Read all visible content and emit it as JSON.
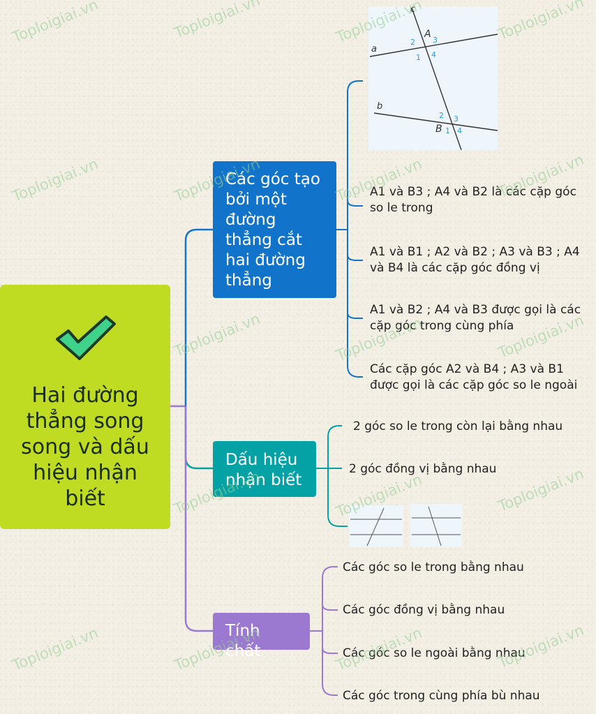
{
  "root": {
    "title": "Hai đường thẳng song song và dấu hiệu nhận biết"
  },
  "branches": [
    {
      "label": "Các góc tạo bởi một đường thẳng cắt hai đường thẳng",
      "leaves": [
        "A1 và B3 ; A4 và B2 là các cặp góc so le trong",
        "A1 và B1 ; A2 và B2 ; A3 và B3 ; A4 và B4 là các cặp góc đồng vị",
        "A1 và B2 ; A4 và B3 được gọi là các cặp góc trong cùng phía",
        "Các cặp góc A2 và B4 ; A3 và B1 được gọi là các cặp góc so le ngoài"
      ]
    },
    {
      "label": "Dấu hiệu nhận biết",
      "leaves": [
        "2 góc so le trong còn lại bằng nhau",
        "2 góc đồng vị bằng nhau"
      ]
    },
    {
      "label": "Tính chất",
      "leaves": [
        "Các góc so le trong bằng nhau",
        "Các góc đồng vị bằng nhau",
        "Các góc so le ngoài bằng nhau",
        "Các góc trong cùng phía bù nhau"
      ]
    }
  ],
  "figure": {
    "line_a": "a",
    "line_b": "b",
    "line_c": "c",
    "point_a": "A",
    "point_b": "B",
    "angle_labels": [
      "1",
      "2",
      "3",
      "4"
    ]
  },
  "watermark": "Toploigiai.vn",
  "colors": {
    "root": "#bfdc23",
    "branch1": "#1173c9",
    "branch2": "#05a2a5",
    "branch3": "#9c79d1",
    "check": "#3fd28a"
  }
}
